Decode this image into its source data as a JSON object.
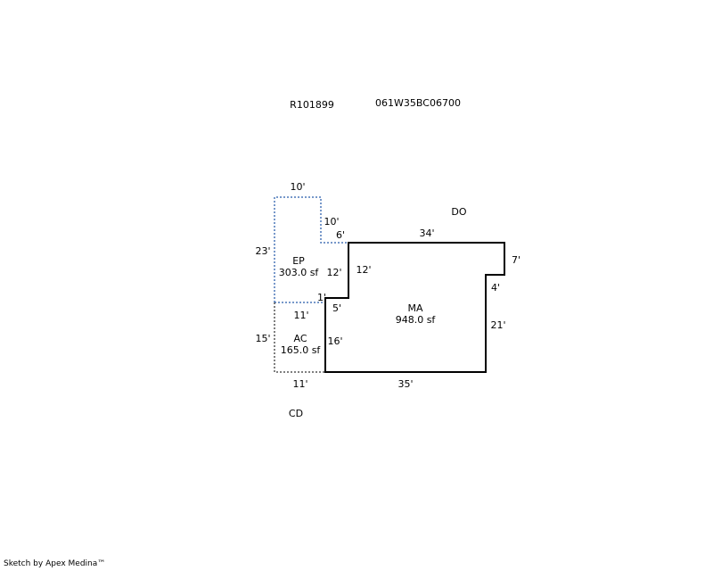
{
  "header": {
    "account_id": "R101899",
    "map_tax_lot": "061W35BC06700"
  },
  "areas": {
    "ep": {
      "code": "EP",
      "size": "303.0 sf"
    },
    "ac": {
      "code": "AC",
      "size": "165.0 sf"
    },
    "ma": {
      "code": "MA",
      "size": "948.0 sf"
    }
  },
  "codes": {
    "do": "DO",
    "cd": "CD"
  },
  "dimensions": {
    "ep_top": "10'",
    "ep_notch_vertical": "10'",
    "ep_notch_horizontal": "6'",
    "ep_left": "23'",
    "ep_right": "12'",
    "ep_bottom": "1'",
    "ma_top": "34'",
    "ma_left_upper": "12'",
    "ma_right_upper": "7'",
    "ma_step": "4'",
    "ma_right_lower": "21'",
    "ma_left_step": "5'",
    "ma_left_lower": "16'",
    "ma_bottom": "35'",
    "ac_top": "11'",
    "ac_left": "15'",
    "ac_bottom": "11'"
  },
  "colors": {
    "main_outline": "#000000",
    "dotted_outline": "#4a76b8",
    "text": "#000000"
  },
  "footer": {
    "credit": "Sketch by Apex Medina™"
  }
}
